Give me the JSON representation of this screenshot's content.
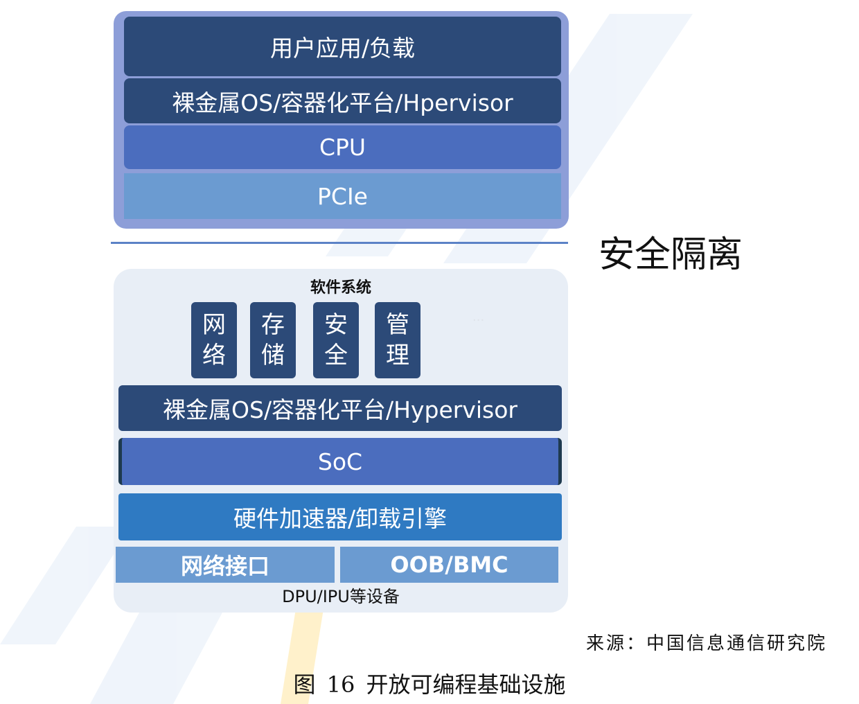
{
  "host_stack": {
    "app_layer": "用户应用/负载",
    "os_layer": "裸金属OS/容器化平台/Hpervisor",
    "cpu_layer": "CPU",
    "pcie_layer": "PCIe"
  },
  "isolation_label": "安全隔离",
  "dpu_stack": {
    "software_title": "软件系统",
    "software_modules": [
      {
        "line1": "网",
        "line2": "络"
      },
      {
        "line1": "存",
        "line2": "储"
      },
      {
        "line1": "安",
        "line2": "全"
      },
      {
        "line1": "管",
        "line2": "理"
      }
    ],
    "more": "···",
    "os_layer": "裸金属OS/容器化平台/Hypervisor",
    "soc_layer": "SoC",
    "accelerator_layer": "硬件加速器/卸载引擎",
    "network_interface": "网络接口",
    "oob_bmc": "OOB/BMC",
    "device_label": "DPU/IPU等设备"
  },
  "source": "来源：中国信息通信研究院",
  "caption": "图 16 开放可编程基础设施",
  "colors": {
    "dark_navy": "#2c4a78",
    "mid_blue": "#4b6dbe",
    "light_blue": "#6b9bd1",
    "accelerator_blue": "#2f7ac2",
    "host_frame": "#8d9ed8",
    "dpu_frame": "#e8eef6",
    "divider": "#5b82c6"
  }
}
